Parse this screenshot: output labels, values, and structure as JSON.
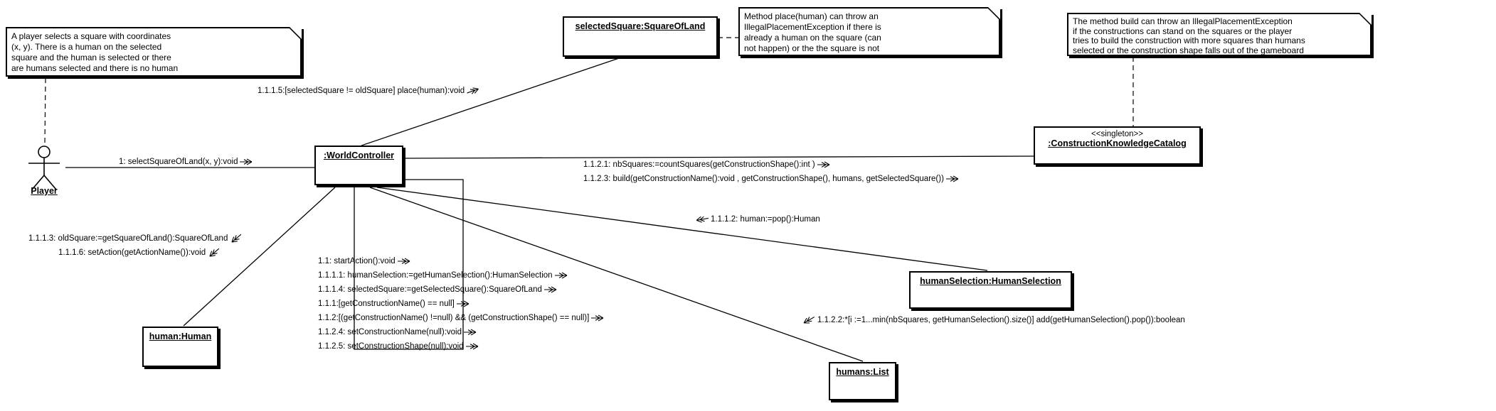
{
  "colors": {
    "line": "#000000",
    "background": "#ffffff",
    "box_fill": "#ffffff"
  },
  "actor": {
    "label": "Player"
  },
  "objects": {
    "world_controller": {
      "label": ":WorldController"
    },
    "selected_square": {
      "label": "selectedSquare:SquareOfLand"
    },
    "construction_knowledge_catalog": {
      "stereotype": "<<singleton>>",
      "label": ":ConstructionKnowledgeCatalog"
    },
    "human_selection": {
      "label": "humanSelection:HumanSelection"
    },
    "human": {
      "label": "human:Human"
    },
    "humans": {
      "label": "humans:List"
    }
  },
  "notes": {
    "player_note": {
      "lines": [
        "A player selects a square with coordinates",
        "(x, y). There is a human on the selected",
        "square and the human is selected or there",
        "are humans selected and there is no human"
      ]
    },
    "place_note": {
      "lines": [
        "Method place(human) can throw an",
        "IllegalPlacementException if there is",
        "already a human on the square (can",
        "not happen) or the the square is not"
      ]
    },
    "build_note": {
      "lines": [
        "The method build can throw an IllegalPlacementException",
        "if the constructions can stand on the squares or the player",
        "tries to build the construction with more squares than humans",
        "selected or the construction shape falls out of the gameboard"
      ]
    }
  },
  "messages": {
    "m1": "1: selectSquareOfLand(x, y):void",
    "m1_1_1_5": "1.1.1.5:[selectedSquare != oldSquare] place(human):void",
    "m1_1_2_1": "1.1.2.1: nbSquares:=countSquares(getConstructionShape():int )",
    "m1_1_2_3": "1.1.2.3: build(getConstructionName():void , getConstructionShape(), humans, getSelectedSquare())",
    "m1_1_1_2": "1.1.1.2: human:=pop():Human",
    "m1_1_1_3": "1.1.1.3: oldSquare:=getSquareOfLand():SquareOfLand",
    "m1_1_1_6": "1.1.1.6: setAction(getActionName()):void",
    "m1_1_2_2": "1.1.2.2:*[i :=1...min(nbSquares, getHumanSelection().size()] add(getHumanSelection().pop()):boolean",
    "self_messages": [
      "1.1: startAction():void",
      "1.1.1.1: humanSelection:=getHumanSelection():HumanSelection",
      "1.1.1.4: selectedSquare:=getSelectedSquare():SquareOfLand",
      "1.1.1:[getConstructionName() == null]",
      "1.1.2:[(getConstructionName() !=null) && (getConstructionShape() == null)]",
      "1.1.2.4: setConstructionName(null):void",
      "1.1.2.5: setConstructionShape(null):void"
    ]
  }
}
